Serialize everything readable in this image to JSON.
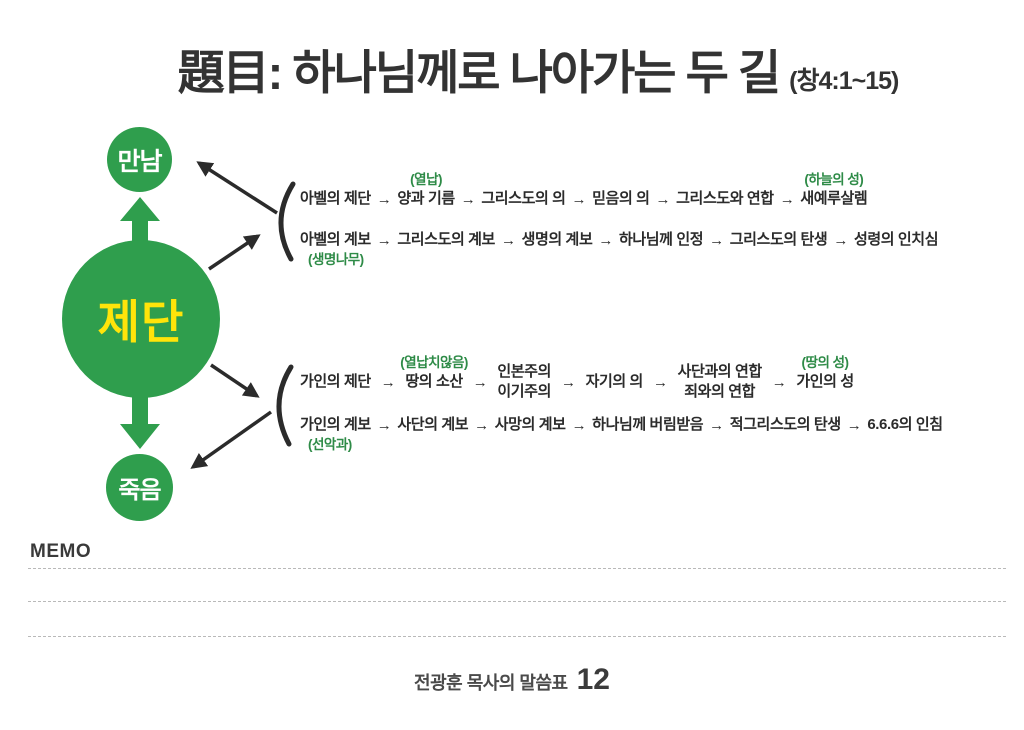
{
  "title": {
    "main": "題目: 하나님께로 나아가는 두 길",
    "reference": "(창4:1~15)"
  },
  "diagram": {
    "top_node": "만남",
    "center_node": "제단",
    "bottom_node": "죽음",
    "separator": "→",
    "rows": [
      {
        "name": "abel-altar-chain",
        "items": [
          {
            "text": "아벨의 제단"
          },
          {
            "text": "양과 기름",
            "note_above": "(열납)"
          },
          {
            "text": "그리스도의 의"
          },
          {
            "text": "믿음의 의"
          },
          {
            "text": "그리스도와 연합"
          },
          {
            "text": "새예루살렘",
            "note_above": "(하늘의 성)"
          }
        ]
      },
      {
        "name": "abel-genealogy-chain",
        "items": [
          {
            "text": "아벨의 계보",
            "note_below": "(생명나무)"
          },
          {
            "text": "그리스도의 계보"
          },
          {
            "text": "생명의 계보"
          },
          {
            "text": "하나님께 인정"
          },
          {
            "text": "그리스도의 탄생"
          },
          {
            "text": "성령의 인치심"
          }
        ]
      },
      {
        "name": "cain-altar-chain",
        "items": [
          {
            "text": "가인의 제단"
          },
          {
            "text": "땅의 소산",
            "note_above": "(열납치않음)"
          },
          {
            "lines": [
              "인본주의",
              "이기주의"
            ]
          },
          {
            "text": "자기의 의"
          },
          {
            "lines": [
              "사단과의 연합",
              "죄와의 연합"
            ]
          },
          {
            "text": "가인의 성",
            "note_above": "(땅의 성)"
          }
        ]
      },
      {
        "name": "cain-genealogy-chain",
        "items": [
          {
            "text": "가인의 계보",
            "note_below": "(선악과)"
          },
          {
            "text": "사단의 계보"
          },
          {
            "text": "사망의 계보"
          },
          {
            "text": "하나님께 버림받음"
          },
          {
            "text": "적그리스도의 탄생"
          },
          {
            "text": "6.6.6의 인침"
          }
        ]
      }
    ]
  },
  "memo": {
    "label": "MEMO",
    "line_count": 3
  },
  "footer": {
    "label": "전광훈 목사의 말씀표",
    "number": "12"
  },
  "colors": {
    "green": "#2f9e4d",
    "note_green": "#2e8b47",
    "yellow": "#ffe40a",
    "ink": "#2b2b2b"
  }
}
